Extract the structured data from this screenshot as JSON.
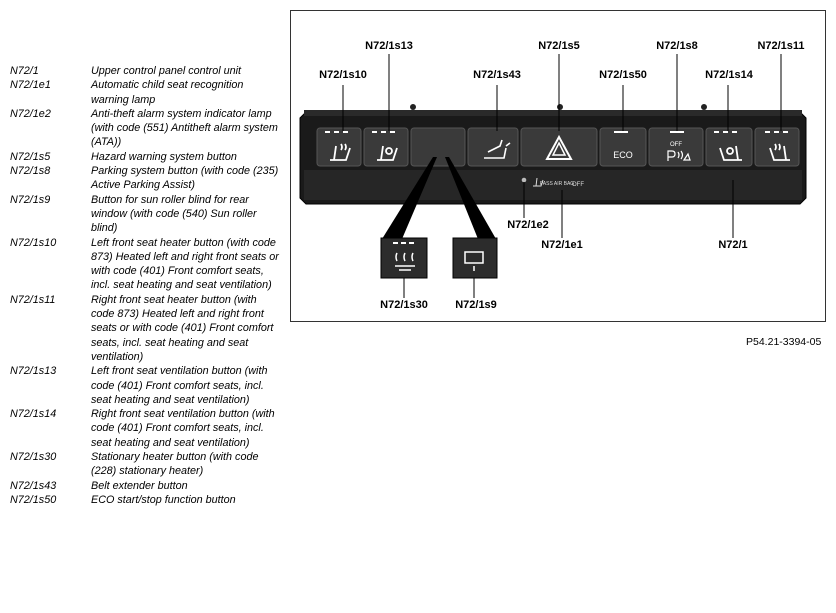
{
  "legend": [
    {
      "code": "N72/1",
      "desc": "Upper control panel control unit"
    },
    {
      "code": "N72/1e1",
      "desc": "Automatic child seat recognition warning lamp"
    },
    {
      "code": "N72/1e2",
      "desc": "Anti-theft alarm system indicator lamp (with code (551) Antitheft alarm system (ATA))"
    },
    {
      "code": "N72/1s5",
      "desc": "Hazard warning system button"
    },
    {
      "code": "N72/1s8",
      "desc": "Parking system button (with code (235) Active Parking Assist)"
    },
    {
      "code": "N72/1s9",
      "desc": "Button for sun roller blind for rear window (with code (540) Sun roller blind)"
    },
    {
      "code": "N72/1s10",
      "desc": "Left front seat heater button (with code 873) Heated left and right front seats or with code (401) Front comfort seats, incl. seat heating and seat ventilation)"
    },
    {
      "code": "N72/1s11",
      "desc": "Right front seat heater button (with code 873) Heated left and right front seats or with code (401) Front comfort seats, incl. seat heating and seat ventilation)"
    },
    {
      "code": "N72/1s13",
      "desc": "Left front seat ventilation button (with code (401) Front comfort seats, incl. seat heating and seat ventilation)"
    },
    {
      "code": "N72/1s14",
      "desc": "Right front seat ventilation button (with code (401) Front comfort seats, incl. seat heating and seat ventilation)"
    },
    {
      "code": "N72/1s30",
      "desc": "Stationary heater button (with code (228) stationary heater)"
    },
    {
      "code": "N72/1s43",
      "desc": "Belt extender button"
    },
    {
      "code": "N72/1s50",
      "desc": "ECO start/stop function button"
    }
  ],
  "diagram": {
    "labels": {
      "s13": "N72/1s13",
      "s5": "N72/1s5",
      "s8": "N72/1s8",
      "s11": "N72/1s11",
      "s10": "N72/1s10",
      "s43": "N72/1s43",
      "s50": "N72/1s50",
      "s14": "N72/1s14",
      "e2": "N72/1e2",
      "e1": "N72/1e1",
      "n1": "N72/1",
      "s30": "N72/1s30",
      "s9": "N72/1s9"
    },
    "panel_text": {
      "eco": "ECO",
      "off": "OFF",
      "pass_airbag": "PASS AIR BAG",
      "airbag_off": "OFF"
    },
    "reference": "P54.21-3394-05"
  }
}
